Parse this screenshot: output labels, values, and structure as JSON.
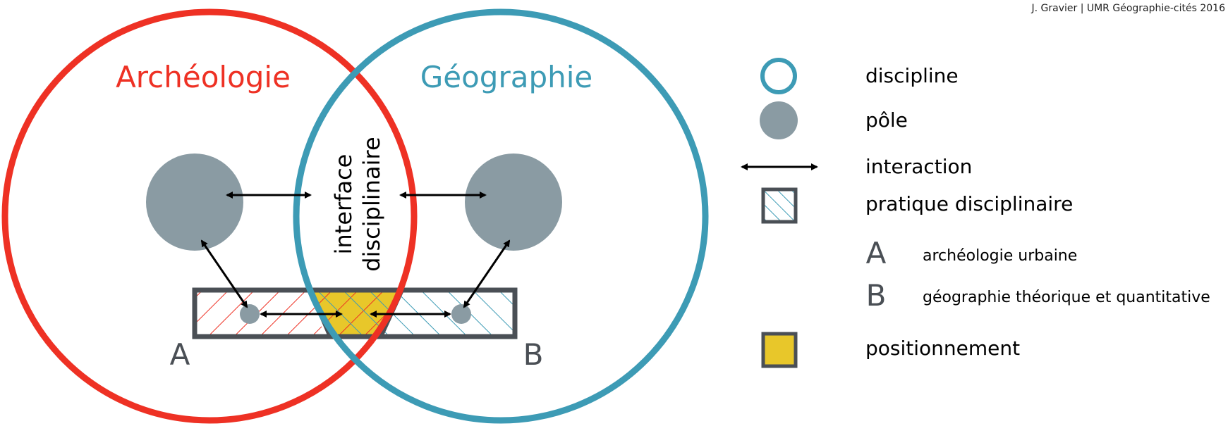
{
  "credit": "J. Gravier | UMR Géographie-cités 2016",
  "diagram": {
    "left_discipline": "Archéologie",
    "right_discipline": "Géographie",
    "interface_line1": "interface",
    "interface_line2": "disciplinaire",
    "label_a": "A",
    "label_b": "B"
  },
  "legend": {
    "discipline": "discipline",
    "pole": "pôle",
    "interaction": "interaction",
    "pratique": "pratique disciplinaire",
    "a_letter": "A",
    "a_text": "archéologie urbaine",
    "b_letter": "B",
    "b_text": "géographie théorique et quantitative",
    "positionnement": "positionnement"
  },
  "colors": {
    "archeology": "#ee3124",
    "geography": "#3d9bb5",
    "pole": "#8a9ba3",
    "position": "#e8c72a",
    "frame": "#4a4f55"
  }
}
